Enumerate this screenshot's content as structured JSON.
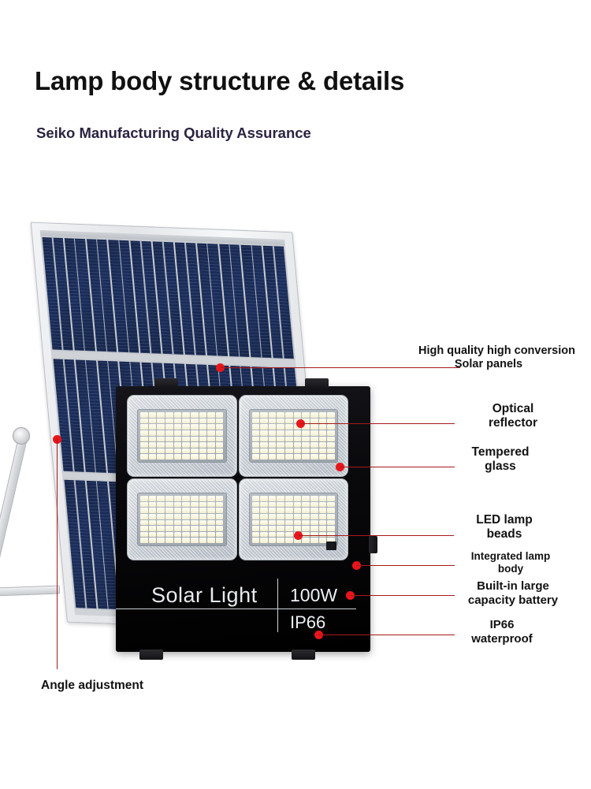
{
  "header": {
    "title": "Lamp body structure & details",
    "subtitle": "Seiko Manufacturing Quality Assurance"
  },
  "product": {
    "brand_name": "Solar Light",
    "wattage": "100W",
    "ingress_rating": "IP66"
  },
  "colors": {
    "callout_red": "#e8151a",
    "leader_line": "#a8191c",
    "title_text": "#111111",
    "subtitle_text": "#2b2340",
    "panel_cell_blue": "#1b2e5c",
    "lamp_body_black": "#000000"
  },
  "callouts": [
    {
      "id": "solar-panels",
      "line1": "High quality high conversion",
      "line2": "Solar panels"
    },
    {
      "id": "optical-reflector",
      "line1": "Optical",
      "line2": "reflector"
    },
    {
      "id": "tempered-glass",
      "line1": "Tempered",
      "line2": "glass"
    },
    {
      "id": "led-lamp-beads",
      "line1": "LED lamp",
      "line2": "beads"
    },
    {
      "id": "integrated-lamp-body",
      "line1": "Integrated lamp",
      "line2": "body"
    },
    {
      "id": "built-in-battery",
      "line1": "Built-in large",
      "line2": "capacity battery"
    },
    {
      "id": "ip66-waterproof",
      "line1": "IP66",
      "line2": "waterproof"
    },
    {
      "id": "angle-adjustment",
      "line1": "Angle adjustment",
      "line2": ""
    }
  ]
}
